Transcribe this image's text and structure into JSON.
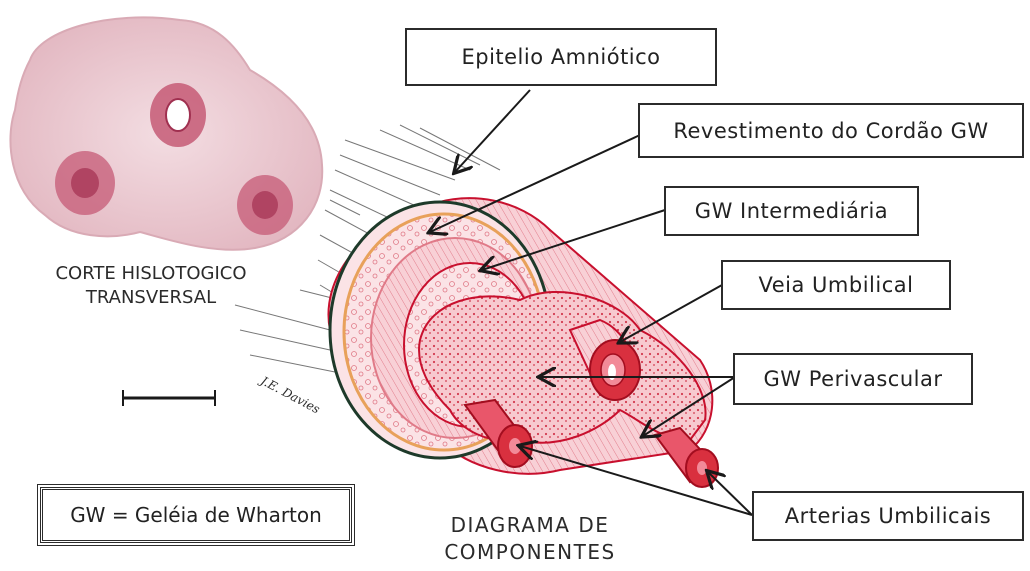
{
  "labels": {
    "amniotic_epithelium": "Epitelio Amniótico",
    "cord_lining": "Revestimento do Cordão GW",
    "intermediate_gw": "GW Intermediária",
    "umbilical_vein": "Veia Umbilical",
    "perivascular_gw": "GW Perivascular",
    "umbilical_arteries": "Arterias Umbilicais"
  },
  "section_caption": {
    "line1": "CORTE HISLOTOGICO",
    "line2": "TRANSVERSAL"
  },
  "diagram_caption": {
    "line1": "DIAGRAMA DE",
    "line2": "COMPONENTES"
  },
  "legend": "GW = Geléia de Wharton",
  "signature": "J.E. Davies",
  "colors": {
    "outline": "#2b2b2b",
    "red": "#c8102e",
    "pink": "#f4b7bf",
    "orange": "#e8a15a",
    "tissue": "#e9c3cc"
  }
}
